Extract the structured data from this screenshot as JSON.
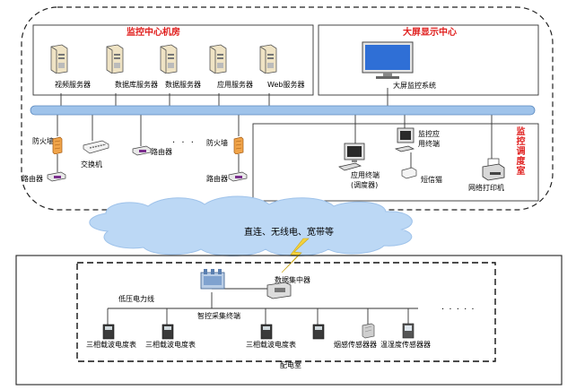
{
  "top_section": {
    "monitoring_center": {
      "title": "监控中心机房",
      "servers": [
        "视频服务器",
        "数据库服务器",
        "数据服务器",
        "应用服务器",
        "Web服务器"
      ]
    },
    "big_screen_center": {
      "title": "大屏显示中心",
      "system_label": "大屏监控系统"
    },
    "network": {
      "firewall_label_1": "防火墙",
      "router_label_1": "路由器",
      "switch_label": "交换机",
      "router_label_2": "路由器",
      "ellipsis": "· · ·",
      "firewall_label_2": "防火墙",
      "router_label_3": "路由器"
    },
    "dispatch_room": {
      "title": "监控调度室",
      "app_terminal_label": "应用终端\n(调度器)",
      "mobile_app_label": "监控应\n用终端",
      "sms_label": "短信猫",
      "printer_label": "网络打印机"
    }
  },
  "cloud": {
    "label": "直连、无线电、宽带等"
  },
  "bottom_section": {
    "collector_label": "数据集中器",
    "power_line_label": "低压电力线",
    "acquisition_label": "智控采集终端",
    "devices": [
      "三相载波电度表",
      "三相载波电度表",
      "三相载波电度表",
      "",
      "烟感传感器器",
      "温湿度传感器器"
    ],
    "ellipsis": "· · · · ·",
    "room_label": "配电室"
  },
  "colors": {
    "title_red": "#e0201f",
    "bus_blue": "#9fc3ea",
    "cloud_blue": "#bcd8f5"
  }
}
